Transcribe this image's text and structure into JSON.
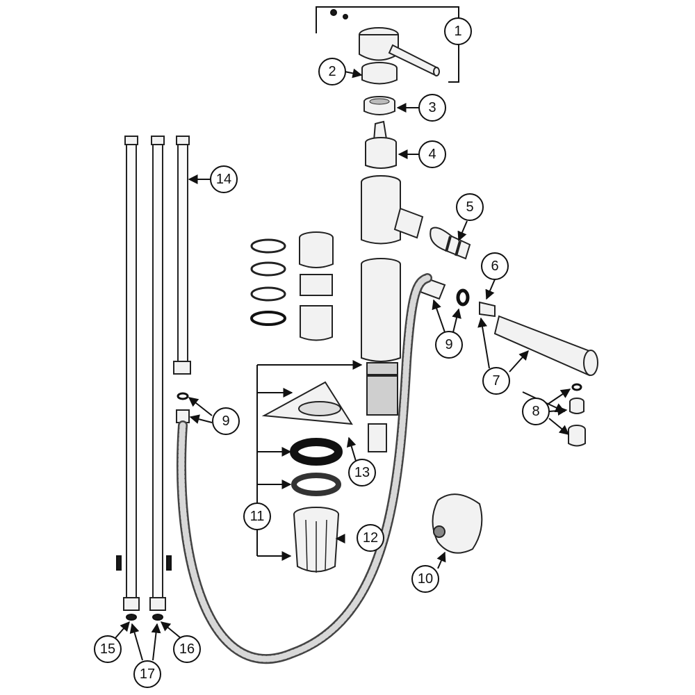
{
  "diagram": {
    "callouts": [
      {
        "id": "c1",
        "label": "1"
      },
      {
        "id": "c2",
        "label": "2"
      },
      {
        "id": "c3",
        "label": "3"
      },
      {
        "id": "c4",
        "label": "4"
      },
      {
        "id": "c5",
        "label": "5"
      },
      {
        "id": "c6",
        "label": "6"
      },
      {
        "id": "c7",
        "label": "7"
      },
      {
        "id": "c8",
        "label": "8"
      },
      {
        "id": "c9a",
        "label": "9"
      },
      {
        "id": "c9b",
        "label": "9"
      },
      {
        "id": "c10",
        "label": "10"
      },
      {
        "id": "c11",
        "label": "11"
      },
      {
        "id": "c12",
        "label": "12"
      },
      {
        "id": "c13",
        "label": "13"
      },
      {
        "id": "c14",
        "label": "14"
      },
      {
        "id": "c15",
        "label": "15"
      },
      {
        "id": "c16",
        "label": "16"
      },
      {
        "id": "c17",
        "label": "17"
      }
    ]
  }
}
